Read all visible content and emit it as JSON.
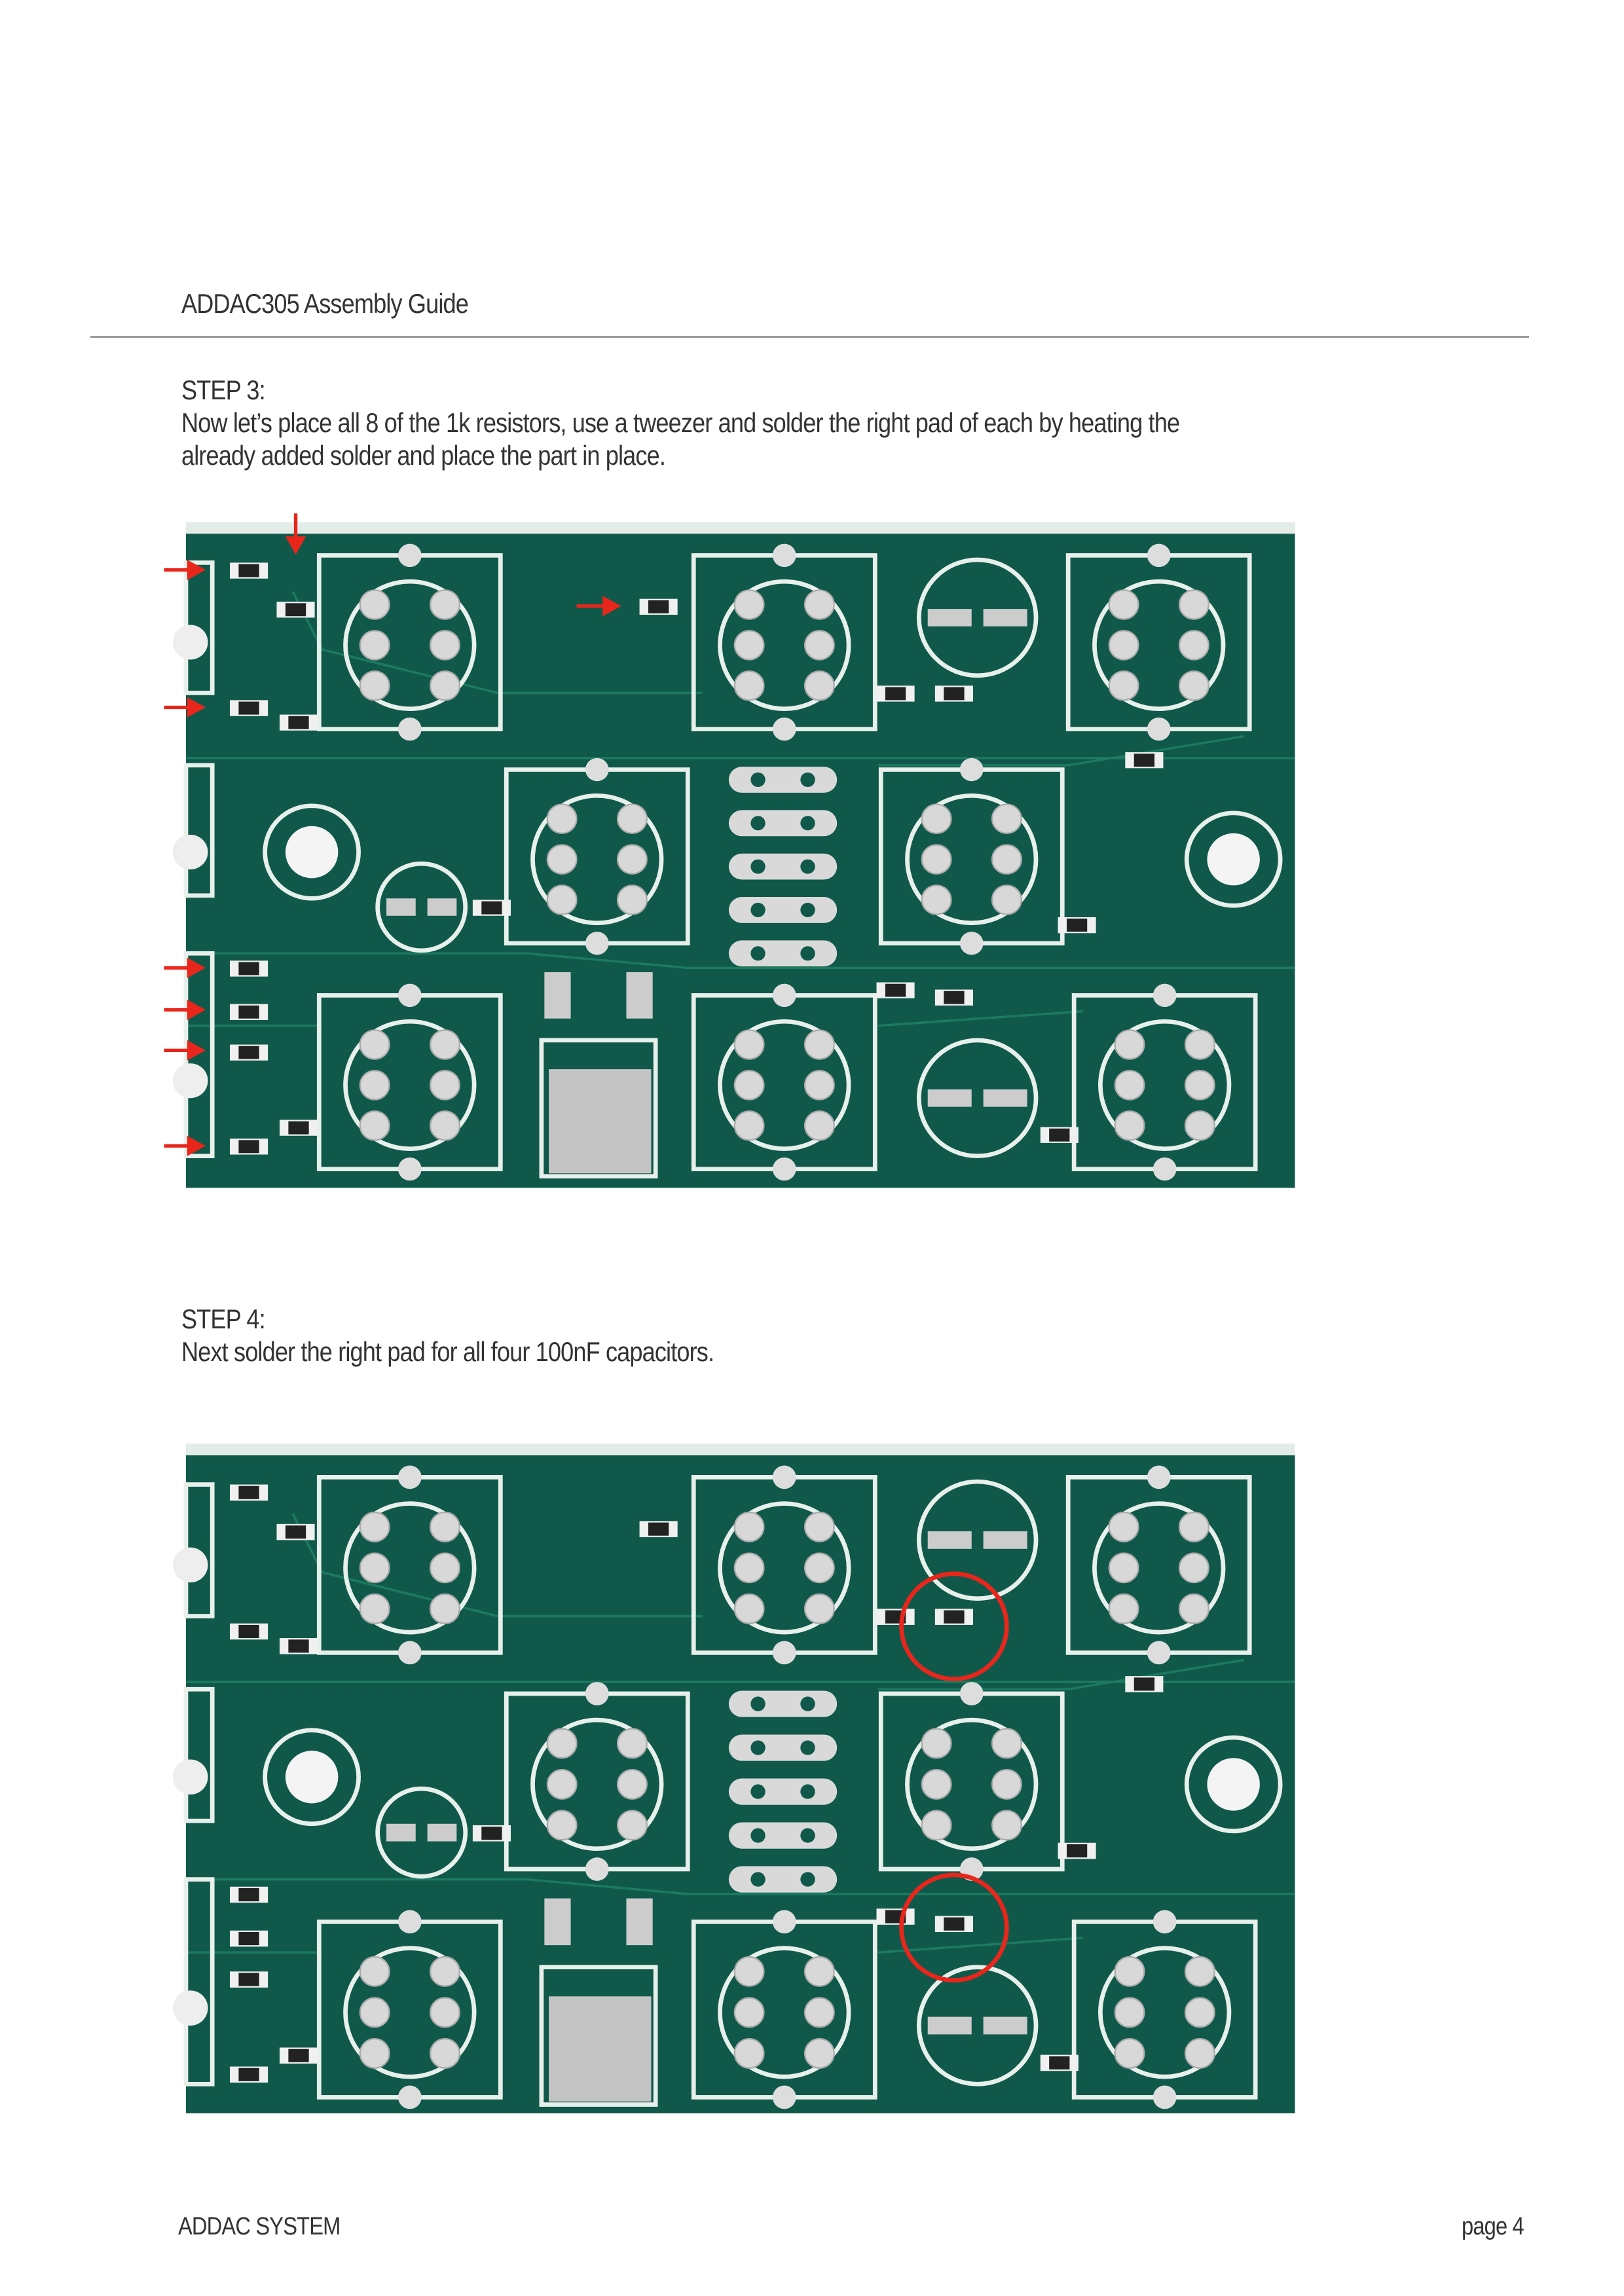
{
  "header": {
    "title": "ADDAC305 Assembly Guide"
  },
  "step3": {
    "title": "STEP 3:",
    "line1": "Now let’s place all 8 of the 1k resistors, use a tweezer and solder the right pad of each by heating the",
    "line2": "already added solder and place the part in place."
  },
  "step4": {
    "title": "STEP 4:",
    "line1": "Next solder the right pad for all four 100nF capacitors."
  },
  "footer": {
    "left": "ADDAC SYSTEM",
    "right": "page 4"
  },
  "colors": {
    "pcb": "#10594a",
    "silk": "#e8f0ec",
    "marker": "#e8261c"
  }
}
